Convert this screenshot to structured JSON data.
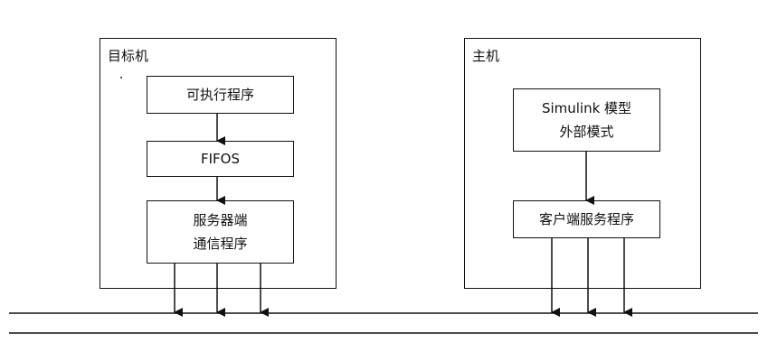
{
  "target": {
    "title": "目标机",
    "executable": "可执行程序",
    "fifos": "FIFOS",
    "server_line1": "服务器端",
    "server_line2": "通信程序"
  },
  "host": {
    "title": "主机",
    "simulink_line1": "Simulink 模型",
    "simulink_line2": "外部模式",
    "client": "客户端服务程序"
  }
}
